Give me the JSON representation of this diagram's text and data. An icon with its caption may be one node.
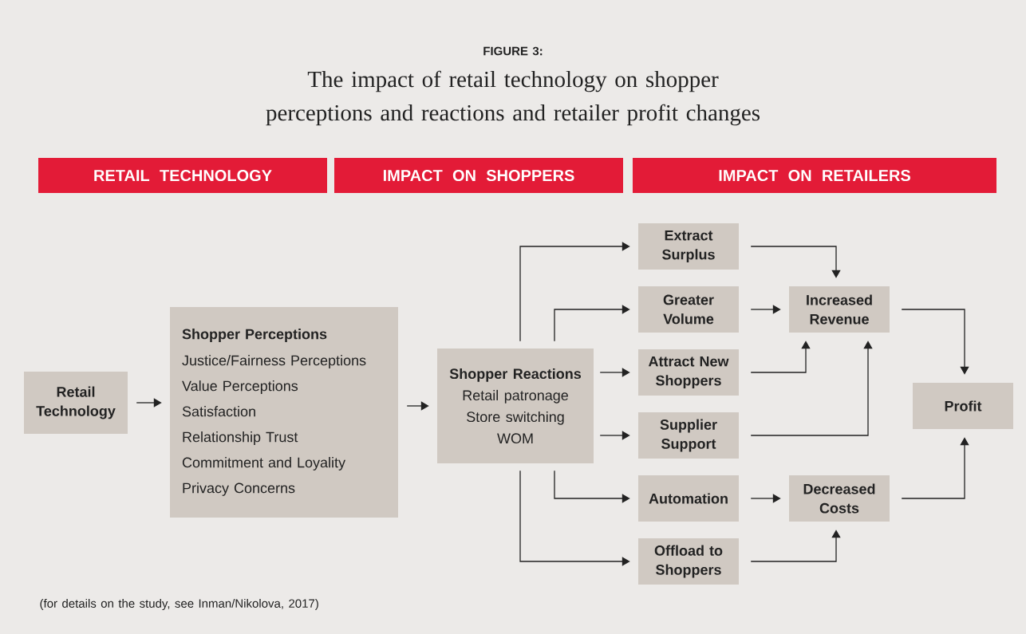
{
  "diagram": {
    "title": "The impact of retail technology on shopper perceptions and reactions and retailer profit changes",
    "caption": "(for details on the study, see Inman/Nikolova, 2017)",
    "labels": [
      "FIGURE 3:"
    ],
    "nodes": [
      {
        "text": [
          "RETAIL TECHNOLOGY"
        ]
      },
      {
        "text": [
          "IMPACT ON SHOPPERS"
        ]
      },
      {
        "text": [
          "IMPACT ON RETAILERS"
        ]
      },
      {
        "text": [
          "Retail Technology"
        ]
      },
      {
        "text": [
          "Shopper Perceptions",
          "Justice/Fairness Perceptions",
          "Value Perceptions",
          "Satisfaction",
          "Relationship Trust",
          "Commitment and Loyality",
          "Privacy Concerns"
        ]
      },
      {
        "text": [
          "Shopper Reactions",
          "Retail patronage",
          "Store switching",
          "WOM"
        ]
      },
      {
        "text": [
          "Extract Surplus"
        ]
      },
      {
        "text": [
          "Greater Volume"
        ]
      },
      {
        "text": [
          "Attract New Shoppers"
        ]
      },
      {
        "text": [
          "Supplier Support"
        ]
      },
      {
        "text": [
          "Automation"
        ]
      },
      {
        "text": [
          "Offload to Shoppers"
        ]
      },
      {
        "text": [
          "Increased Revenue"
        ]
      },
      {
        "text": [
          "Decreased Costs"
        ]
      },
      {
        "text": [
          "Profit"
        ]
      }
    ],
    "edges": [
      {
        "from": 3,
        "to": 4,
        "arrow": "to"
      },
      {
        "from": 4,
        "to": 5,
        "arrow": "to"
      },
      {
        "from": 5,
        "to": 6,
        "arrow": "to"
      },
      {
        "from": 5,
        "to": 7,
        "arrow": "to"
      },
      {
        "from": 5,
        "to": 8,
        "arrow": "to"
      },
      {
        "from": 5,
        "to": 9,
        "arrow": "to"
      },
      {
        "from": 5,
        "to": 10,
        "arrow": "to"
      },
      {
        "from": 5,
        "to": 11,
        "arrow": "to"
      },
      {
        "from": 6,
        "to": 12,
        "arrow": "to"
      },
      {
        "from": 7,
        "to": 12,
        "arrow": "to"
      },
      {
        "from": 8,
        "to": 12,
        "arrow": "to"
      },
      {
        "from": 9,
        "to": 12,
        "arrow": "to"
      },
      {
        "from": 10,
        "to": 13,
        "arrow": "to"
      },
      {
        "from": 11,
        "to": 13,
        "arrow": "to"
      },
      {
        "from": 12,
        "to": 14,
        "arrow": "to"
      },
      {
        "from": 13,
        "to": 14,
        "arrow": "to"
      }
    ]
  }
}
